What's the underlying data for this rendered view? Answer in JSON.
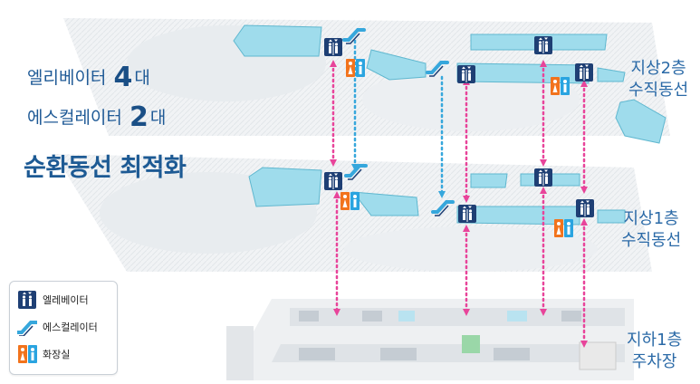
{
  "left_text": {
    "line1_prefix": "엘리베이터",
    "line1_number": "4",
    "line1_suffix": "대",
    "line2_prefix": "에스컬레이터",
    "line2_number": "2",
    "line2_suffix": "대",
    "headline": "순환동선 최적화"
  },
  "floors": {
    "upper": {
      "line1": "지상2층",
      "line2": "수직동선"
    },
    "middle": {
      "line1": "지상1층",
      "line2": "수직동선"
    },
    "lower": {
      "line1": "지하1층",
      "line2": "주차장"
    }
  },
  "legend": {
    "items": [
      {
        "icon": "elevator-icon",
        "label": "엘레베이터"
      },
      {
        "icon": "escalator-icon",
        "label": "에스컬레이터"
      },
      {
        "icon": "restroom-icon",
        "label": "화장실"
      }
    ]
  },
  "colors": {
    "building_fill": "#9fdcec",
    "text_blue": "#1f5a96",
    "elevator_line": "#e8449a",
    "escalator_line": "#36a7dc",
    "icon_navy": "#1e3f74",
    "restroom_orange": "#f2731c",
    "restroom_blue": "#2aa4e0"
  }
}
